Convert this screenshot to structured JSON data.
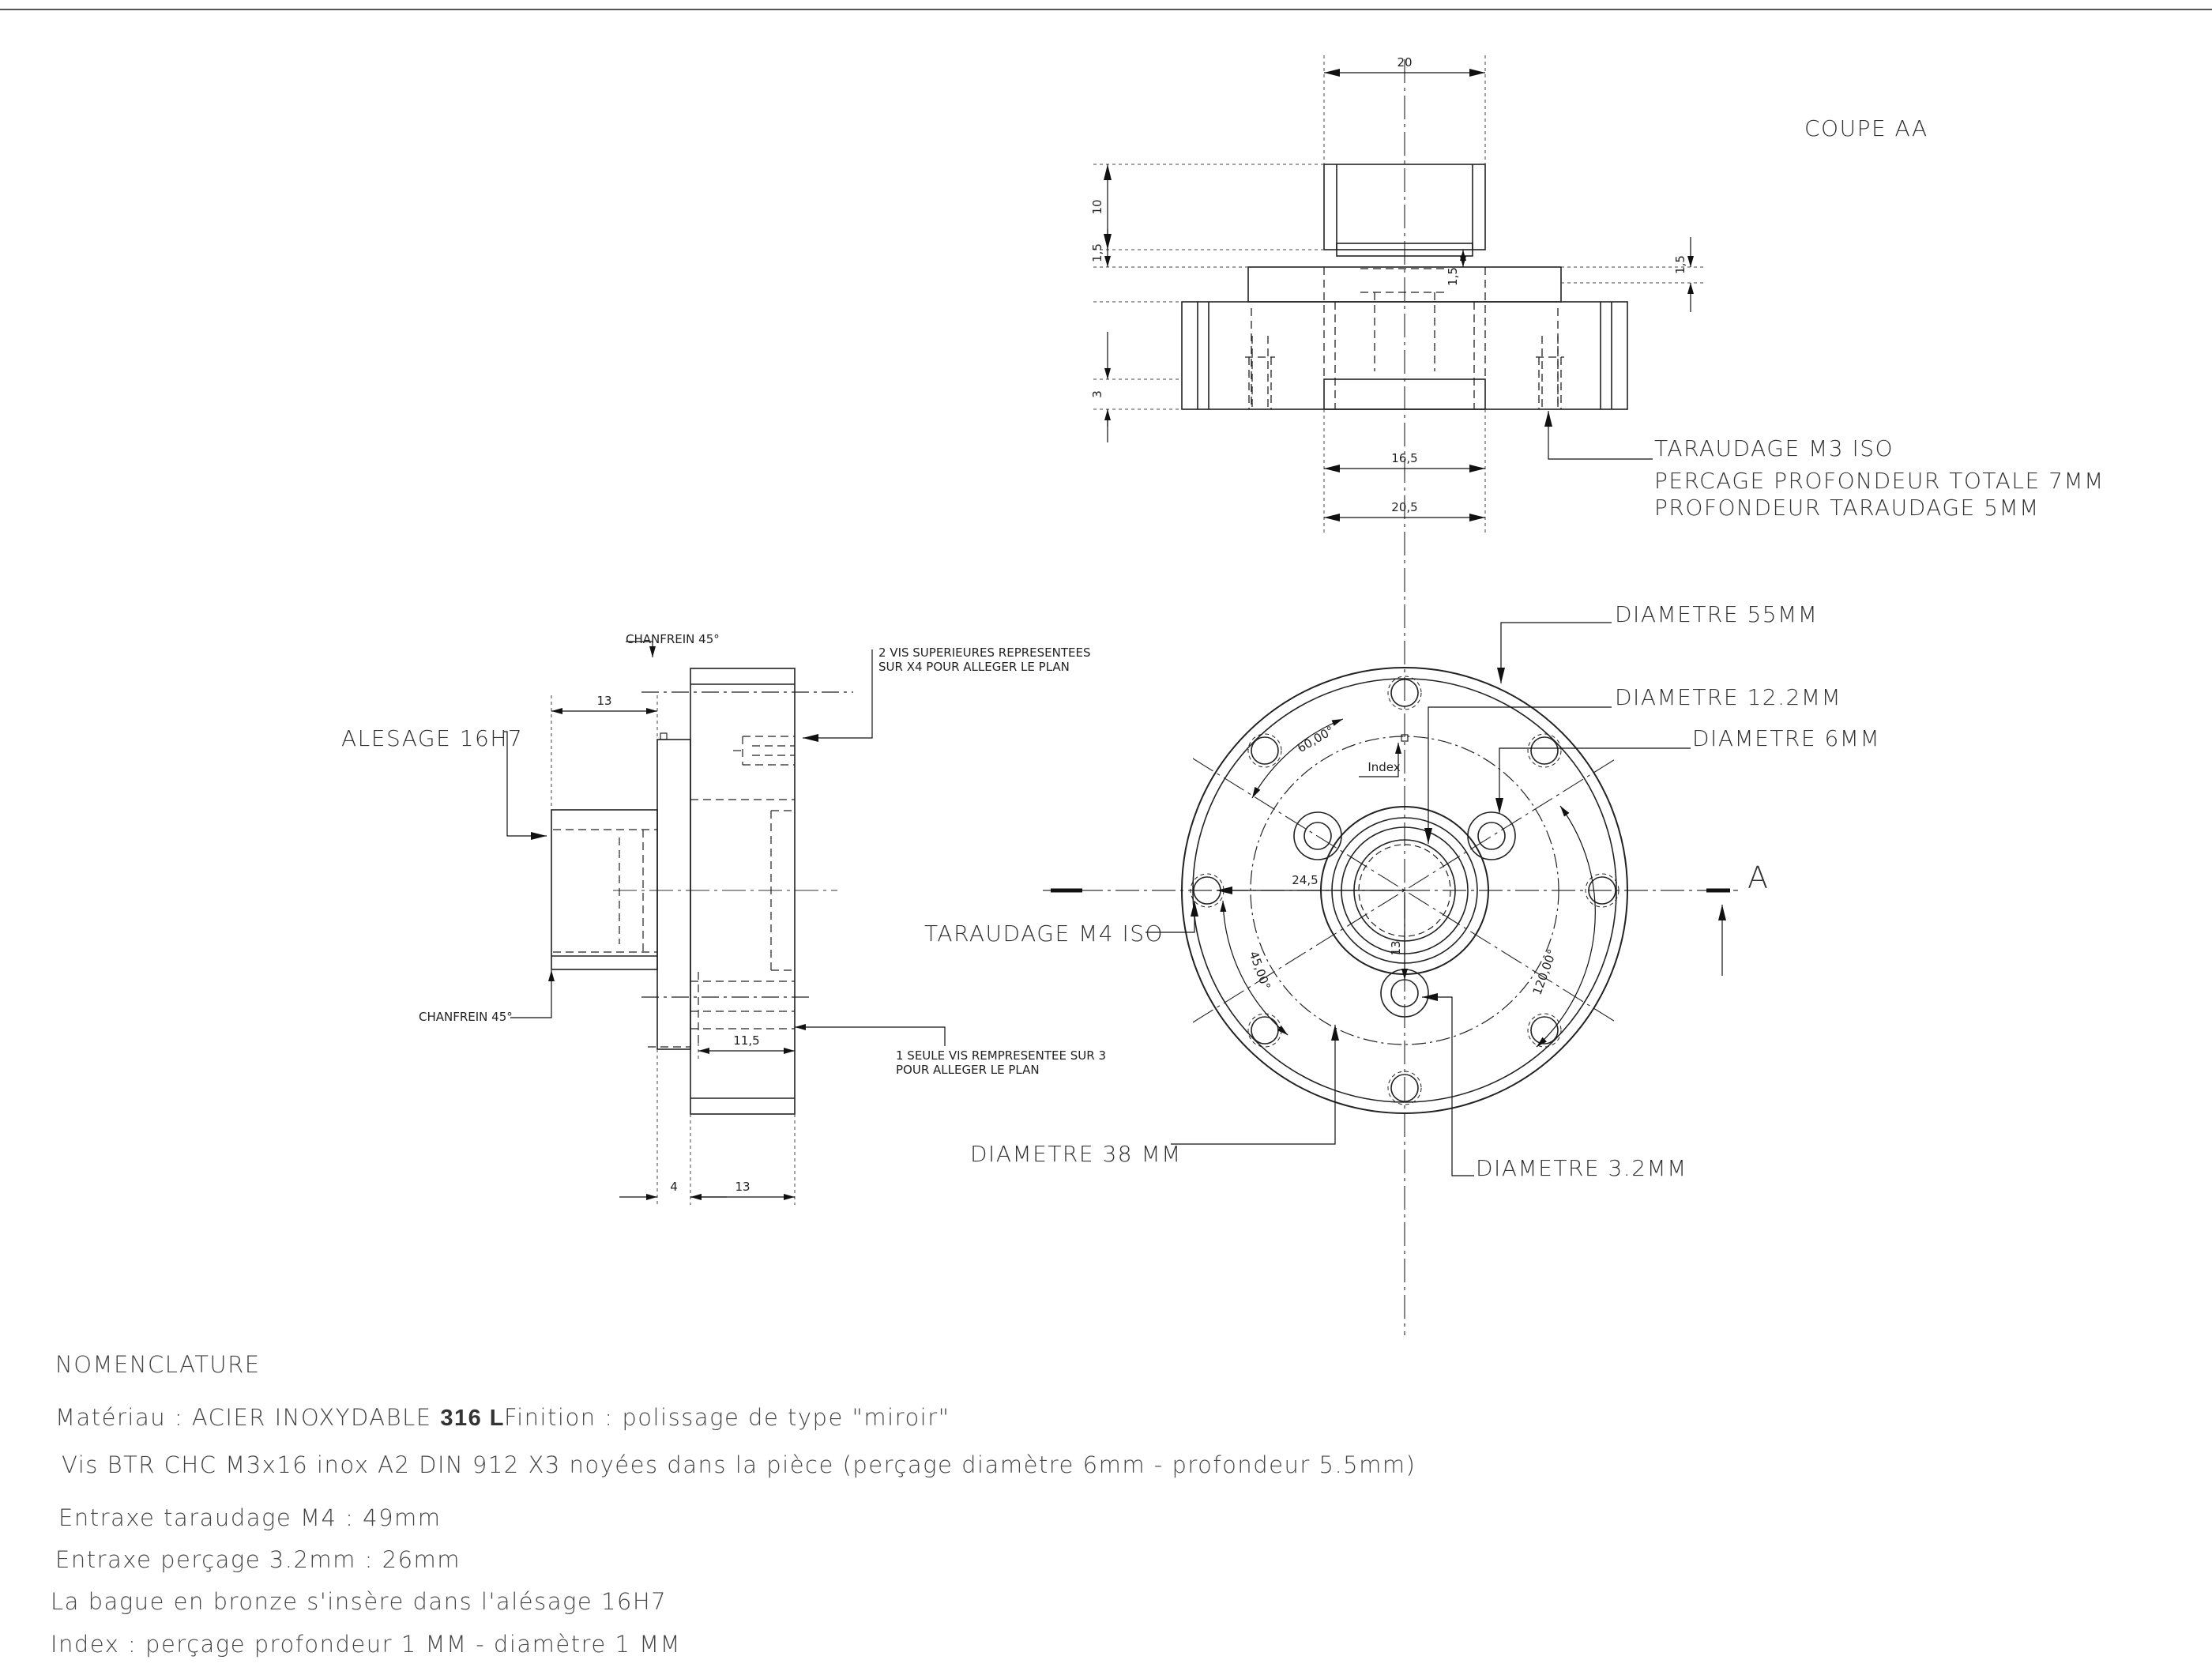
{
  "view_titles": {
    "section_title": "COUPE AA",
    "cut_marker": "A"
  },
  "callouts": {
    "taraudage_m3_line1": "TARAUDAGE M3 ISO",
    "taraudage_m3_line2": "PERCAGE PROFONDEUR TOTALE 7MM",
    "taraudage_m3_line3": "PROFONDEUR TARAUDAGE 5MM",
    "diametre_55": "DIAMETRE 55MM",
    "diametre_12_2": "DIAMETRE 12.2MM",
    "diametre_6": "DIAMETRE 6MM",
    "taraudage_m4": "TARAUDAGE M4 ISO",
    "diametre_38": "DIAMETRE 38 MM",
    "diametre_3_2": "DIAMETRE 3.2MM",
    "alesage": "ALESAGE 16H7",
    "chanfrein_top": "CHANFREIN 45°",
    "chanfrein_bottom": "CHANFREIN 45°",
    "vis_sup_line1": "2 VIS SUPERIEURES REPRESENTEES",
    "vis_sup_line2": "SUR X4 POUR ALLEGER LE PLAN",
    "vis_seule_line1": "1 SEULE VIS REMPRESENTEE SUR 3",
    "vis_seule_line2": "POUR ALLEGER LE PLAN",
    "index": "Index"
  },
  "dimensions": {
    "top_width": "20",
    "top_height": "10",
    "left_step": "1,5",
    "inner_step": "1,5",
    "right_step": "1,5",
    "base_step": "3",
    "bore_bottom": "16,5",
    "bore_total": "20,5",
    "side_13_top": "13",
    "side_11_5": "11,5",
    "side_4": "4",
    "side_13_bottom": "13",
    "front_24_5": "24,5",
    "front_13": "13",
    "angle_60": "60,00°",
    "angle_45": "45,00°",
    "angle_120": "120,00°"
  },
  "nomenclature": {
    "heading": "NOMENCLATURE",
    "materiau_prefix": "Matériau : ACIER INOXYDABLE ",
    "materiau_grade": "316 L",
    "finition": "Finition : polissage de type \"miroir\"",
    "vis": "Vis BTR CHC M3x16 inox A2 DIN 912 X3  noyées dans la pièce (perçage diamètre 6mm - profondeur 5.5mm)",
    "entraxe_m4": "Entraxe taraudage M4 : 49mm",
    "entraxe_32": "Entraxe perçage 3.2mm : 26mm",
    "bague": "La bague en bronze s'insère dans l'alésage 16H7",
    "index_note": "Index : perçage profondeur 1 MM - diamètre 1 MM"
  }
}
